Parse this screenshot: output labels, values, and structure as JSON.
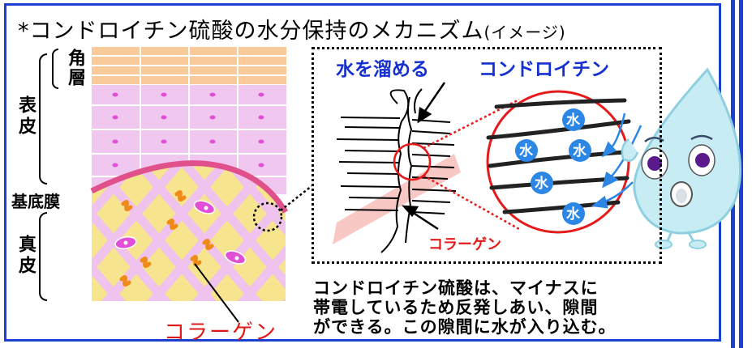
{
  "title": "*コンドロイチン硫酸の水分保持のメカニズム",
  "title_suffix": "(イメージ)",
  "skin_layers": {
    "stratum_corneum": "角層",
    "epidermis": "表皮",
    "basement_membrane": "基底膜",
    "dermis": "真皮"
  },
  "callout": {
    "retaining_label": "水を溜める",
    "chondroitin_label": "コンドロイチン",
    "collagen_small_label": "コラーゲン",
    "water_molecule": "水"
  },
  "collagen_label": "コラーゲン",
  "caption_lines": [
    "コンドロイチン硫酸は、マイナスに",
    "帯電しているため反発しあい、隙間",
    "ができる。この隙間に水が入り込む。"
  ],
  "colors": {
    "frame_blue": "#1b3fd1",
    "label_blue": "#1530d0",
    "label_red": "#e61a1a",
    "stratum_orange": "#f9cb9a",
    "epidermis_lilac": "#f0c8ef",
    "dermis_yellow": "#f7e48e",
    "droplet": "#c8ecf4"
  }
}
